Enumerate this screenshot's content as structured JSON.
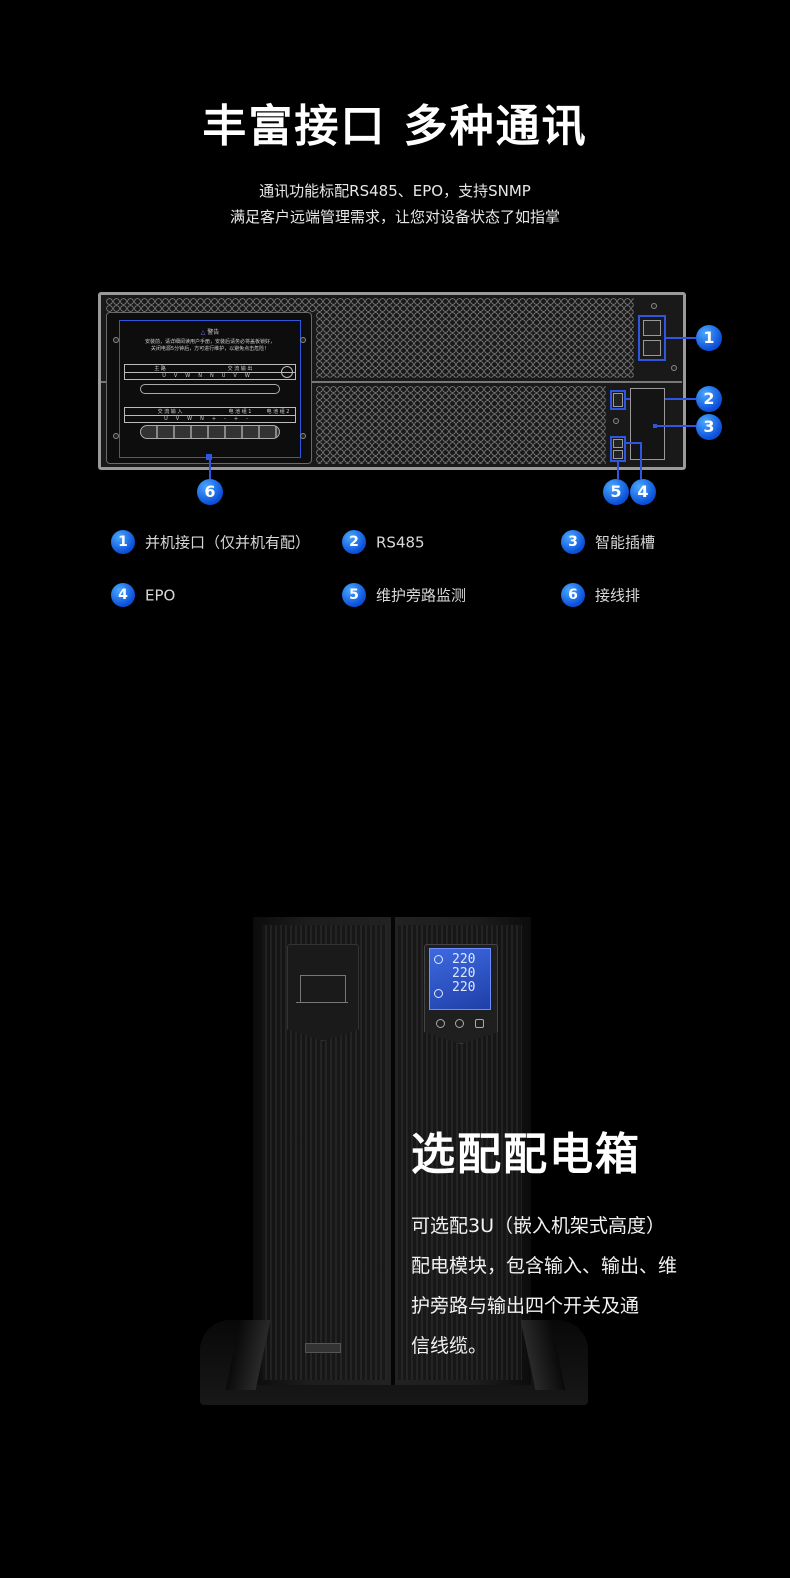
{
  "section1": {
    "title": "丰富接口 多种通讯",
    "subtitle_line1": "通讯功能标配RS485、EPO，支持SNMP",
    "subtitle_line2": "满足客户远端管理需求，让您对设备状态了如指掌",
    "panel": {
      "warning_title": "警告",
      "warning_line1": "安装前，请详细阅读用户手册，安装后请务必将盖板锁好，",
      "warning_line2": "关闭电源5分钟后，方可进行维护，以避免点击危险！",
      "terminal_labels": [
        "主 路",
        "交 流 输 出",
        "交 流 输 入",
        "电 池 组 1",
        "电 池 组 2"
      ],
      "terminal_pins_top": [
        "U",
        "V",
        "W",
        "N",
        "N",
        "U",
        "V",
        "W"
      ],
      "terminal_pins_bottom": [
        "U",
        "V",
        "W",
        "N",
        "+",
        "-",
        "+",
        "-"
      ]
    },
    "callouts": [
      "1",
      "2",
      "3",
      "4",
      "5",
      "6"
    ],
    "legend": [
      {
        "num": "1",
        "label": "并机接口（仅并机有配）"
      },
      {
        "num": "2",
        "label": "RS485"
      },
      {
        "num": "3",
        "label": "智能插槽"
      },
      {
        "num": "4",
        "label": "EPO"
      },
      {
        "num": "5",
        "label": "维护旁路监测"
      },
      {
        "num": "6",
        "label": "接线排"
      }
    ]
  },
  "section2": {
    "title": "选配配电箱",
    "body_lines": [
      "可选配3U（嵌入机架式高度）",
      "配电模块，包含输入、输出、维",
      "护旁路与输出四个开关及通",
      "信线缆。"
    ],
    "lcd_readings": [
      "220",
      "220",
      "220"
    ]
  },
  "colors": {
    "background": "#000000",
    "accent_blue": "#2f56e0",
    "badge_blue": "#0b4fd8"
  }
}
